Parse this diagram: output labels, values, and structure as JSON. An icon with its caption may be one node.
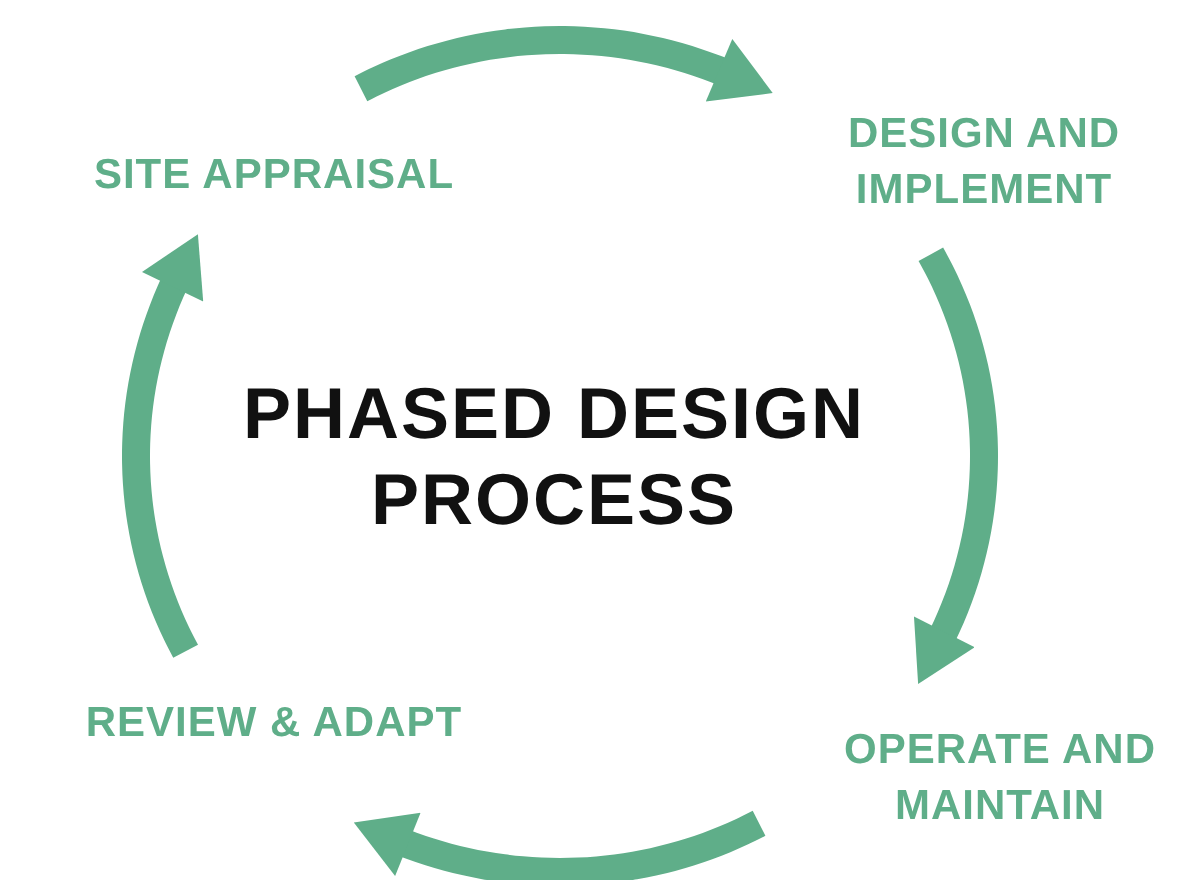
{
  "diagram": {
    "title": "PHASED DESIGN PROCESS",
    "nodes": [
      {
        "text": [
          "SITE APPRAISAL"
        ]
      },
      {
        "text": [
          "DESIGN AND IMPLEMENT"
        ]
      },
      {
        "text": [
          "OPERATE AND MAINTAIN"
        ]
      },
      {
        "text": [
          "REVIEW & ADAPT"
        ]
      }
    ],
    "edges": [
      {
        "from": 0,
        "to": 1,
        "arrow": "to"
      },
      {
        "from": 1,
        "to": 2,
        "arrow": "to"
      },
      {
        "from": 2,
        "to": 3,
        "arrow": "to"
      },
      {
        "from": 3,
        "to": 0,
        "arrow": "to"
      }
    ]
  }
}
